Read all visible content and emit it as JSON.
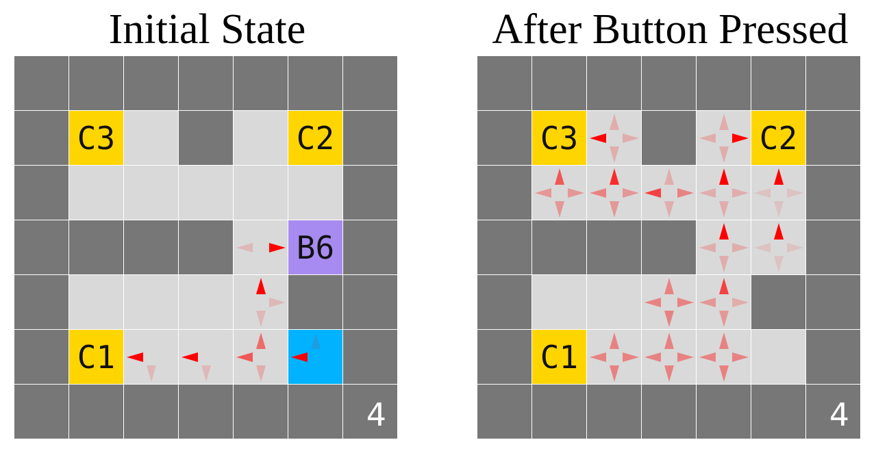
{
  "colors": {
    "wall": "#777777",
    "floor": "#d9d9d9",
    "chest": "#ffd500",
    "button": "#a78bf0",
    "player": "#00b2ff",
    "arrow": "#ff0000",
    "text_dark": "#111111",
    "text_light": "#ffffff"
  },
  "legend": {
    "W": "wall",
    "F": "floor",
    "C": "chest",
    "B": "button",
    "P": "player",
    "N": "step-counter"
  },
  "panels": [
    {
      "title": "Initial State",
      "grid": [
        [
          "W",
          "W",
          "W",
          "W",
          "W",
          "W",
          "W"
        ],
        [
          "W",
          "C",
          "F",
          "W",
          "F",
          "C",
          "W"
        ],
        [
          "W",
          "F",
          "F",
          "F",
          "F",
          "F",
          "W"
        ],
        [
          "W",
          "W",
          "W",
          "W",
          "F",
          "B",
          "W"
        ],
        [
          "W",
          "F",
          "F",
          "F",
          "F",
          "W",
          "W"
        ],
        [
          "W",
          "C",
          "F",
          "F",
          "F",
          "P",
          "W"
        ],
        [
          "W",
          "W",
          "W",
          "W",
          "W",
          "W",
          "N"
        ]
      ],
      "labels": [
        {
          "cell": [
            1,
            1
          ],
          "text": "C3"
        },
        {
          "cell": [
            1,
            5
          ],
          "text": "C2"
        },
        {
          "cell": [
            3,
            5
          ],
          "text": "B6"
        },
        {
          "cell": [
            5,
            1
          ],
          "text": "C1"
        },
        {
          "cell": [
            6,
            6
          ],
          "text": "4"
        }
      ],
      "arrows": [
        {
          "cell": [
            3,
            4
          ],
          "dirs": {
            "right": 1.0,
            "left": 0.15
          }
        },
        {
          "cell": [
            4,
            4
          ],
          "dirs": {
            "up": 1.0,
            "right": 0.15,
            "down": 0.15
          }
        },
        {
          "cell": [
            5,
            2
          ],
          "dirs": {
            "left": 1.0,
            "down": 0.15
          }
        },
        {
          "cell": [
            5,
            3
          ],
          "dirs": {
            "left": 1.0,
            "down": 0.15
          }
        },
        {
          "cell": [
            5,
            4
          ],
          "dirs": {
            "left": 0.6,
            "up": 0.5,
            "down": 0.2
          }
        },
        {
          "cell": [
            5,
            5
          ],
          "dirs": {
            "left": 1.0,
            "up": 0.12
          }
        }
      ]
    },
    {
      "title": "After Button Pressed",
      "grid": [
        [
          "W",
          "W",
          "W",
          "W",
          "W",
          "W",
          "W"
        ],
        [
          "W",
          "C",
          "F",
          "W",
          "F",
          "C",
          "W"
        ],
        [
          "W",
          "F",
          "F",
          "F",
          "F",
          "F",
          "W"
        ],
        [
          "W",
          "W",
          "W",
          "W",
          "F",
          "F",
          "W"
        ],
        [
          "W",
          "F",
          "F",
          "F",
          "F",
          "W",
          "W"
        ],
        [
          "W",
          "C",
          "F",
          "F",
          "F",
          "F",
          "W"
        ],
        [
          "W",
          "W",
          "W",
          "W",
          "W",
          "W",
          "N"
        ]
      ],
      "labels": [
        {
          "cell": [
            1,
            1
          ],
          "text": "C3"
        },
        {
          "cell": [
            1,
            5
          ],
          "text": "C2"
        },
        {
          "cell": [
            5,
            1
          ],
          "text": "C1"
        },
        {
          "cell": [
            6,
            6
          ],
          "text": "4"
        }
      ],
      "arrows": [
        {
          "cell": [
            1,
            2
          ],
          "dirs": {
            "left": 1.0,
            "up": 0.2,
            "right": 0.2,
            "down": 0.2
          }
        },
        {
          "cell": [
            1,
            4
          ],
          "dirs": {
            "right": 1.0,
            "up": 0.2,
            "left": 0.2,
            "down": 0.2
          }
        },
        {
          "cell": [
            2,
            1
          ],
          "dirs": {
            "up": 0.6,
            "left": 0.3,
            "right": 0.3,
            "down": 0.3
          }
        },
        {
          "cell": [
            2,
            2
          ],
          "dirs": {
            "up": 0.8,
            "left": 0.4,
            "right": 0.3,
            "down": 0.3
          }
        },
        {
          "cell": [
            2,
            3
          ],
          "dirs": {
            "left": 0.7,
            "right": 0.4,
            "up": 0.2,
            "down": 0.2
          }
        },
        {
          "cell": [
            2,
            4
          ],
          "dirs": {
            "up": 1.0,
            "left": 0.2,
            "right": 0.2,
            "down": 0.2
          }
        },
        {
          "cell": [
            2,
            5
          ],
          "dirs": {
            "up": 1.0,
            "left": 0.1,
            "right": 0.1,
            "down": 0.1
          }
        },
        {
          "cell": [
            3,
            4
          ],
          "dirs": {
            "up": 1.0,
            "left": 0.2,
            "right": 0.2,
            "down": 0.2
          }
        },
        {
          "cell": [
            3,
            5
          ],
          "dirs": {
            "up": 1.0,
            "left": 0.1,
            "right": 0.1,
            "down": 0.1
          }
        },
        {
          "cell": [
            4,
            3
          ],
          "dirs": {
            "up": 0.4,
            "left": 0.4,
            "right": 0.4,
            "down": 0.4
          }
        },
        {
          "cell": [
            4,
            4
          ],
          "dirs": {
            "up": 0.7,
            "left": 0.3,
            "right": 0.2,
            "down": 0.3
          }
        },
        {
          "cell": [
            5,
            2
          ],
          "dirs": {
            "up": 0.4,
            "left": 0.4,
            "right": 0.4,
            "down": 0.4
          }
        },
        {
          "cell": [
            5,
            3
          ],
          "dirs": {
            "up": 0.4,
            "left": 0.4,
            "right": 0.4,
            "down": 0.4
          }
        },
        {
          "cell": [
            5,
            4
          ],
          "dirs": {
            "up": 0.4,
            "left": 0.4,
            "right": 0.4,
            "down": 0.4
          }
        }
      ]
    }
  ]
}
